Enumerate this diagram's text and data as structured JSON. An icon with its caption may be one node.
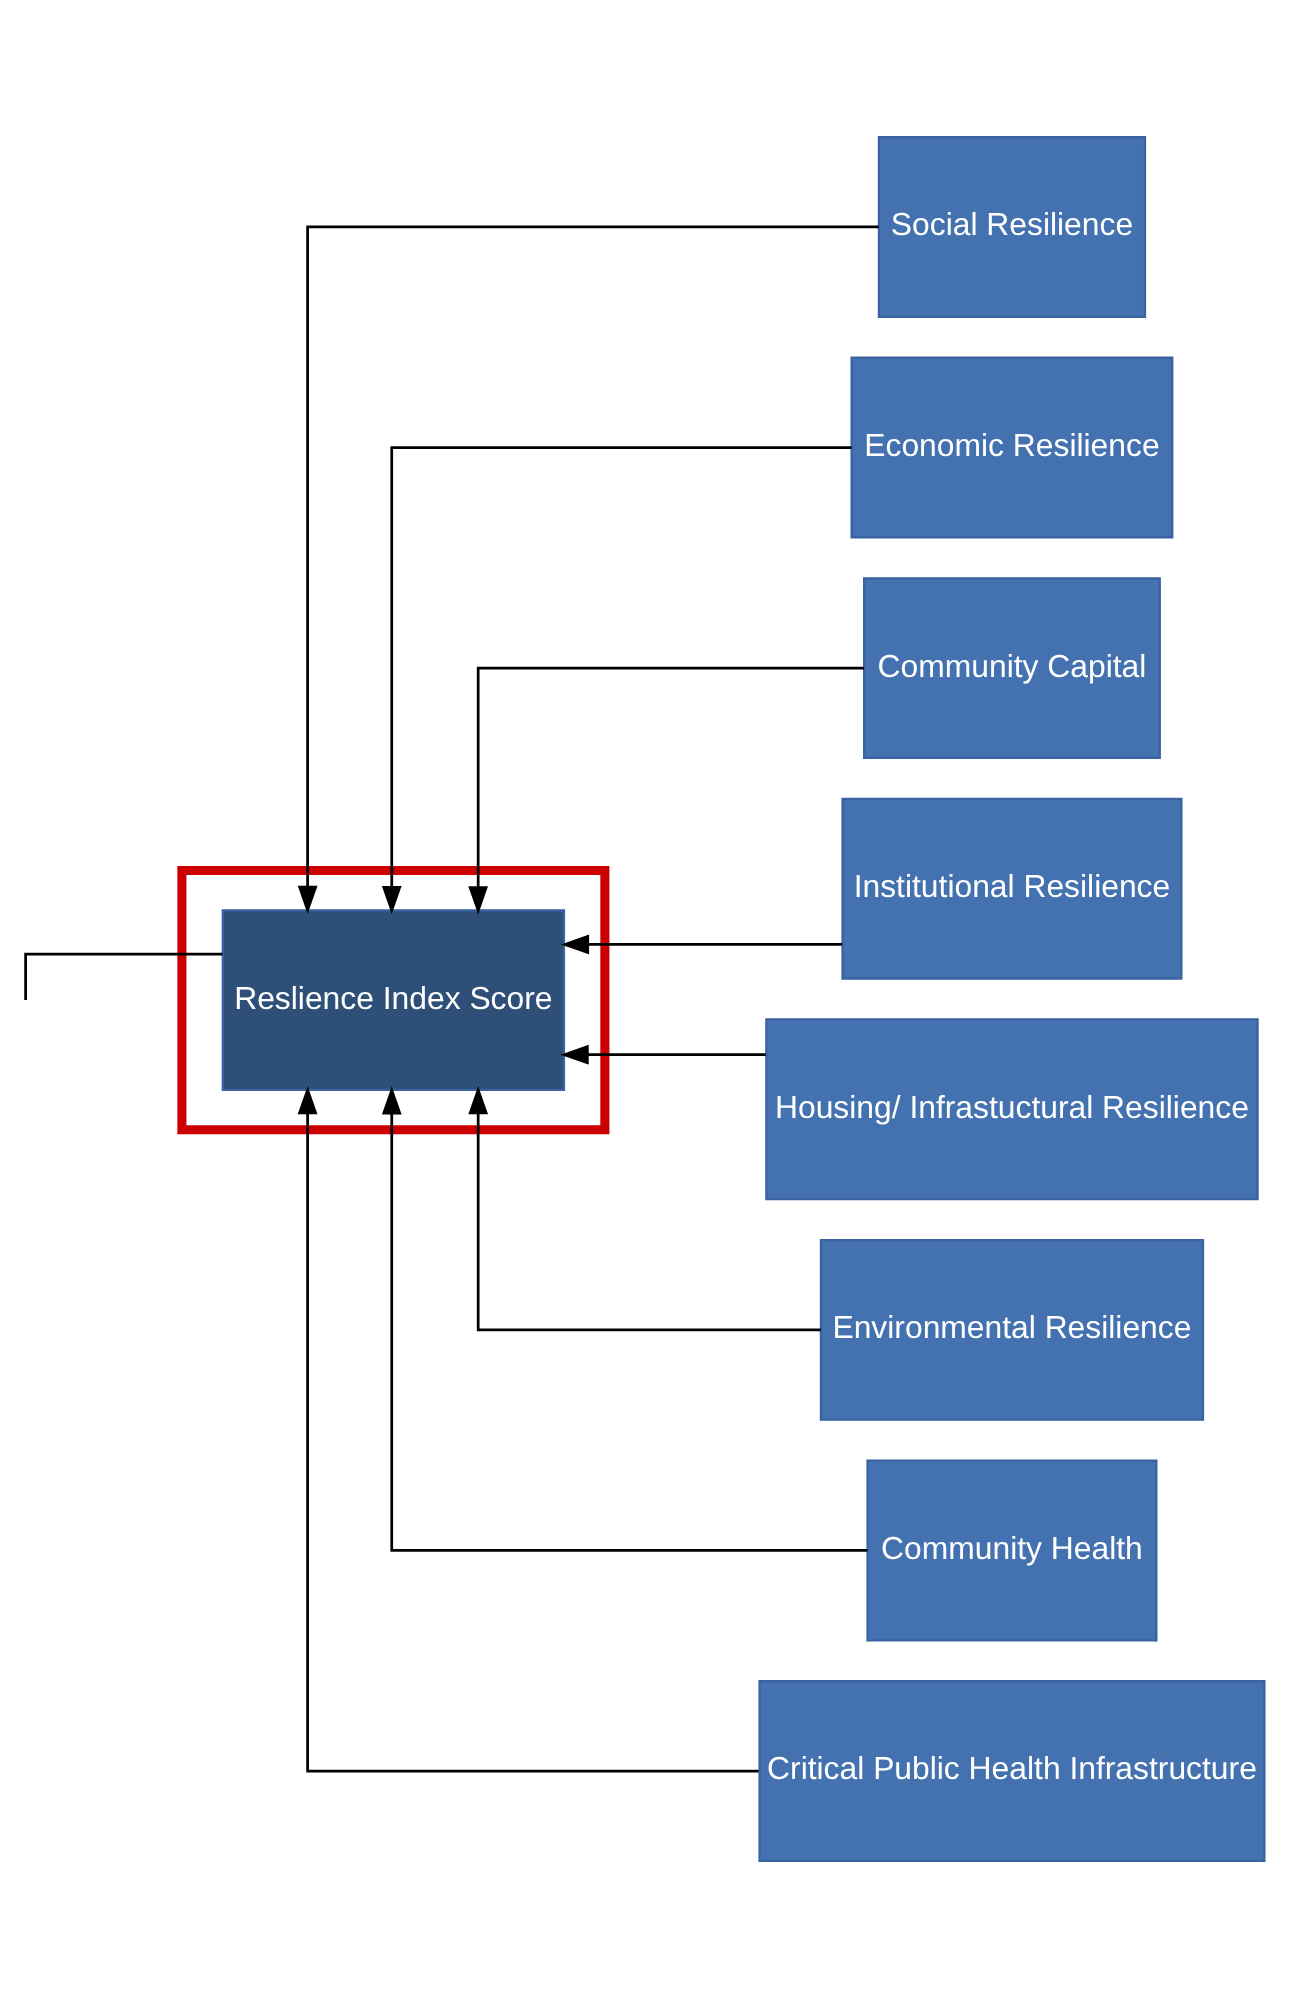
{
  "diagram": {
    "nodes": [
      {
        "text": [],
        "shape": "box"
      },
      {
        "text": [
          "Reslience Index Score"
        ],
        "in": 0
      },
      {
        "text": [
          "Social Resilience"
        ]
      },
      {
        "text": [
          "Economic Resilience"
        ]
      },
      {
        "text": [
          "Community Capital"
        ]
      },
      {
        "text": [
          "Institutional Resilience"
        ]
      },
      {
        "text": [
          "Housing/ Infrastuctural Resilience"
        ]
      },
      {
        "text": [
          "Environmental Resilience"
        ]
      },
      {
        "text": [
          "Community Health"
        ]
      },
      {
        "text": [
          "Critical Public Health Infrastructure"
        ]
      }
    ],
    "edges": [
      {
        "from": null,
        "to": 1,
        "arrow": "none"
      },
      {
        "from": 2,
        "to": 1,
        "arrow": "to"
      },
      {
        "from": 3,
        "to": 1,
        "arrow": "to"
      },
      {
        "from": 4,
        "to": 1,
        "arrow": "to"
      },
      {
        "from": 5,
        "to": 1,
        "arrow": "to"
      },
      {
        "from": 6,
        "to": 1,
        "arrow": "to"
      },
      {
        "from": 7,
        "to": 1,
        "arrow": "to"
      },
      {
        "from": 8,
        "to": 1,
        "arrow": "to"
      },
      {
        "from": 9,
        "to": 1,
        "arrow": "to"
      }
    ]
  }
}
